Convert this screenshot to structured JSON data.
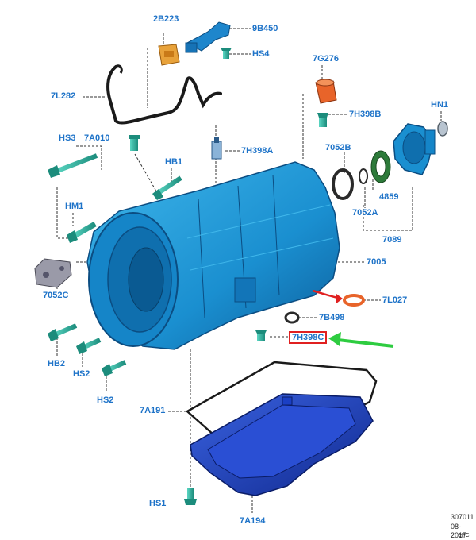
{
  "parts": {
    "p_2B223": "2B223",
    "p_9B450": "9B450",
    "p_HS4": "HS4",
    "p_7G276": "7G276",
    "p_7L282": "7L282",
    "p_7H398B": "7H398B",
    "p_HN1": "HN1",
    "p_HS3": "HS3",
    "p_7A010": "7A010",
    "p_7H398A": "7H398A",
    "p_7052B": "7052B",
    "p_HB1": "HB1",
    "p_4859": "4859",
    "p_7052A": "7052A",
    "p_HM1": "HM1",
    "p_7089": "7089",
    "p_7005": "7005",
    "p_7052C": "7052C",
    "p_7L027": "7L027",
    "p_7B498": "7B498",
    "p_7H398C": "7H398C",
    "p_HB2": "HB2",
    "p_HS2a": "HS2",
    "p_HS2b": "HS2",
    "p_7A191": "7A191",
    "p_HS1": "HS1",
    "p_7A194": "7A194"
  },
  "footer": {
    "code": "307011",
    "date": "08-2017",
    "extra": "ePC"
  },
  "colors": {
    "label": "#1e73c8",
    "housing": "#1a8fd0",
    "pan": "#1a3fc4",
    "bolt": "#2bb3a0",
    "highlight_box": "#e02020",
    "arrow_red": "#e02020",
    "arrow_green": "#2ecc40",
    "orange_part": "#e8642a"
  }
}
